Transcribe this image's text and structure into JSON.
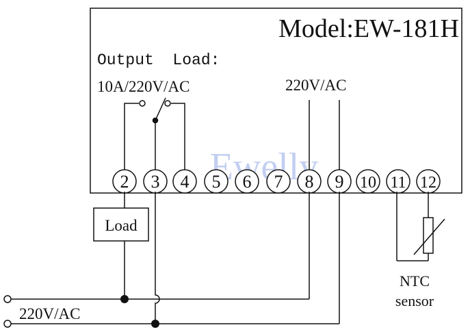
{
  "title": "Model:EW-181H",
  "output_load_label": "Output  Load:",
  "output_load_rating": "10A/220V/AC",
  "power_label_top": "220V/AC",
  "power_label_bottom": "220V/AC",
  "load_box_label": "Load",
  "ntc_label_line1": "NTC",
  "ntc_label_line2": "sensor",
  "watermark": "Ewelly",
  "terminals": [
    "2",
    "3",
    "4",
    "5",
    "6",
    "7",
    "8",
    "9",
    "10",
    "11",
    "12"
  ],
  "colors": {
    "line": "#111111",
    "watermark": "#8fa7e6"
  }
}
